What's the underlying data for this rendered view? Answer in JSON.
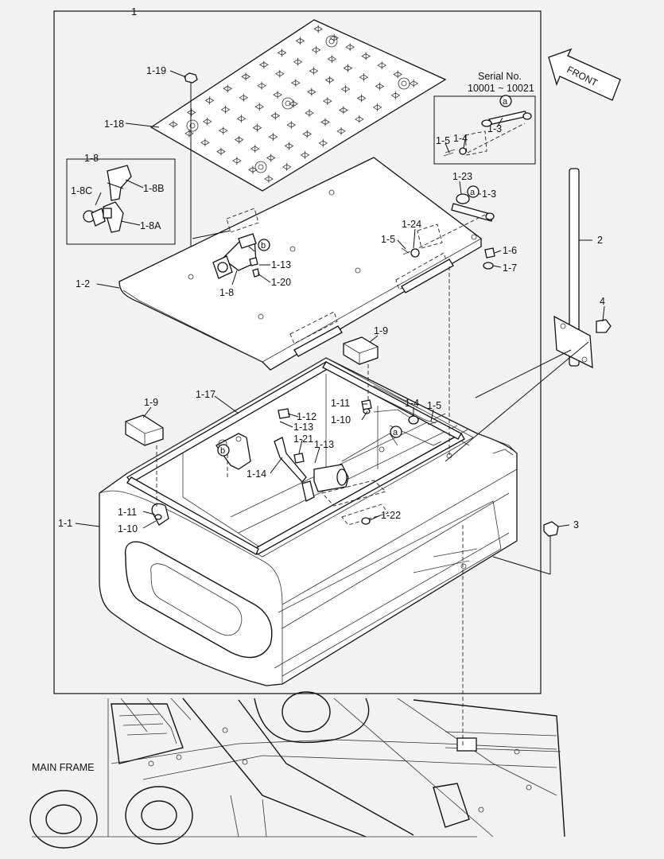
{
  "diagram": {
    "frame_label": "1",
    "front_label": "FRONT",
    "serial_label_line1": "Serial No.",
    "serial_label_line2": "10001 ~ 10021",
    "main_frame_label": "MAIN FRAME",
    "callouts": {
      "p1_19": "1-19",
      "p1_18": "1-18",
      "p1_8": "1-8",
      "p1_8C": "1-8C",
      "p1_8B": "1-8B",
      "p1_8A": "1-8A",
      "p1_13a": "1-13",
      "p1_20": "1-20",
      "p1_8b": "1-8",
      "p1_2": "1-2",
      "p1_23": "1-23",
      "p1_3a": "1-3",
      "p1_24": "1-24",
      "p1_5a": "1-5",
      "p1_6": "1-6",
      "p1_7": "1-7",
      "p1_3s": "1-3",
      "p1_4s": "1-4",
      "p1_5s": "1-5",
      "p2": "2",
      "p4": "4",
      "p3": "3",
      "p1_9a": "1-9",
      "p1_9b": "1-9",
      "p1_17": "1-17",
      "p1_11a": "1-11",
      "p1_10a": "1-10",
      "p1_4b": "1-4",
      "p1_5b": "1-5",
      "p1_12": "1-12",
      "p1_13b": "1-13",
      "p1_21": "1-21",
      "p1_13c": "1-13",
      "p1_14": "1-14",
      "p1_11b": "1-11",
      "p1_10b": "1-10",
      "p1_22": "1-22",
      "p1_1": "1-1"
    },
    "circle_marks": {
      "a1": "a",
      "a2": "a",
      "a3": "a",
      "b1": "b",
      "b2": "b"
    }
  }
}
